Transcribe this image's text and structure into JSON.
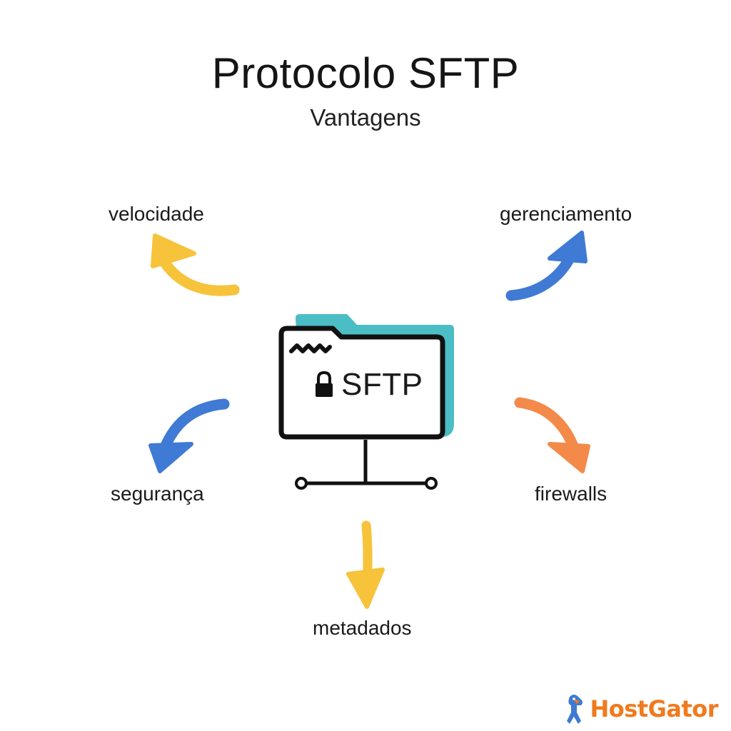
{
  "header": {
    "title": "Protocolo SFTP",
    "subtitle": "Vantagens"
  },
  "diagram": {
    "center_label": "SFTP",
    "center_icon": "lock-icon",
    "items": [
      {
        "label": "velocidade",
        "arrow_color": "#f6c33b",
        "arrow_icon": "curved-arrow-icon"
      },
      {
        "label": "gerenciamento",
        "arrow_color": "#3f7ad4",
        "arrow_icon": "curved-arrow-icon"
      },
      {
        "label": "segurança",
        "arrow_color": "#3f7ad4",
        "arrow_icon": "curved-arrow-icon"
      },
      {
        "label": "firewalls",
        "arrow_color": "#f38a4a",
        "arrow_icon": "curved-arrow-icon"
      },
      {
        "label": "metadados",
        "arrow_color": "#f6c33b",
        "arrow_icon": "down-arrow-icon"
      }
    ]
  },
  "folder": {
    "back_color": "#4bbdc4",
    "outline_color": "#111111"
  },
  "brand": {
    "name": "HostGator",
    "color": "#f07a1e"
  }
}
